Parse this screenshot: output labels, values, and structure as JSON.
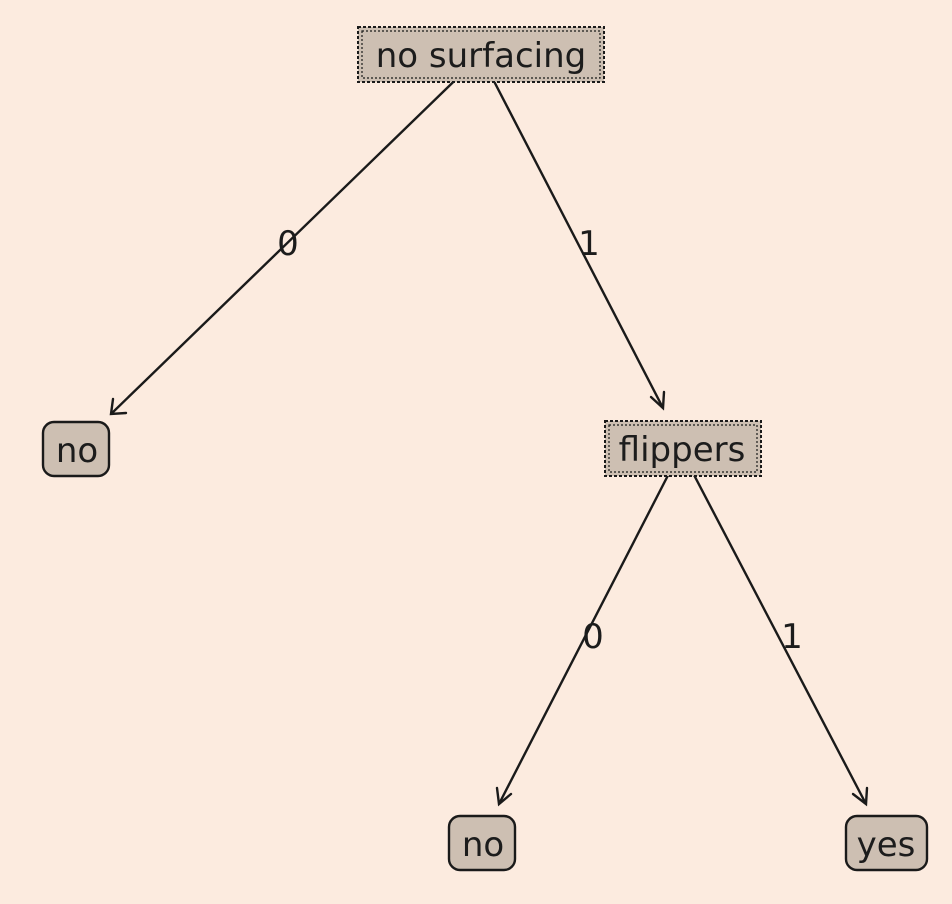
{
  "tree": {
    "nodes": {
      "root": {
        "label": "no surfacing",
        "kind": "decision"
      },
      "leaf_left": {
        "label": "no",
        "kind": "leaf"
      },
      "flippers": {
        "label": "flippers",
        "kind": "decision"
      },
      "leaf_mid": {
        "label": "no",
        "kind": "leaf"
      },
      "leaf_right": {
        "label": "yes",
        "kind": "leaf"
      }
    },
    "edges": {
      "root_to_leaf_left": {
        "label": "0"
      },
      "root_to_flippers": {
        "label": "1"
      },
      "flippers_to_leaf_mid": {
        "label": "0"
      },
      "flippers_to_leaf_right": {
        "label": "1"
      }
    }
  },
  "colors": {
    "background": "#fcebdf",
    "node_fill": "#cdbfb2",
    "stroke": "#1a1a1a"
  }
}
